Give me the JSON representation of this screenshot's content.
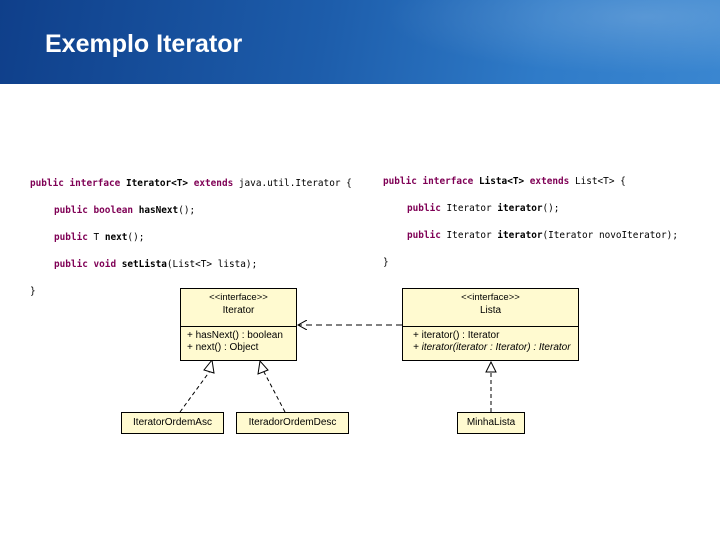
{
  "slide": {
    "title": "Exemplo Iterator"
  },
  "code_left": {
    "line1": {
      "kw1": "public interface",
      "name": "Iterator<T>",
      "kw2": "extends",
      "rest": "java.util.Iterator {"
    },
    "line2": {
      "kw": "public boolean",
      "method": "hasNext",
      "rest": "();"
    },
    "line3": {
      "kw": "public",
      "type": "T",
      "method": "next",
      "rest": "();"
    },
    "line4": {
      "kw": "public void",
      "method": "setLista",
      "rest": "(List<T> lista);"
    },
    "line5": "}"
  },
  "code_right": {
    "line1": {
      "kw1": "public interface",
      "name": "Lista<T>",
      "kw2": "extends",
      "rest": "List<T> {"
    },
    "line2": {
      "kw": "public",
      "type": "Iterator",
      "method": "iterator",
      "rest": "();"
    },
    "line3": {
      "kw": "public",
      "type": "Iterator",
      "method": "iterator",
      "rest": "(Iterator novoIterator);"
    },
    "line4": "}"
  },
  "uml": {
    "iterator_box": {
      "stereotype": "<<interface>>",
      "name": "Iterator",
      "op1": "+ hasNext() : boolean",
      "op2": "+ next() : Object"
    },
    "lista_box": {
      "stereotype": "<<interface>>",
      "name": "Lista",
      "op1": "+ iterator() : Iterator",
      "op2": "+ iterator(iterator : Iterator) : Iterator"
    },
    "class1": "IteratorOrdemAsc",
    "class2": "IteradorOrdemDesc",
    "class3": "MinhaLista"
  },
  "colors": {
    "header_dark": "#0f3f8a",
    "header_light": "#3a86d0",
    "uml_fill": "#fffad0",
    "keyword": "#7f0055"
  }
}
